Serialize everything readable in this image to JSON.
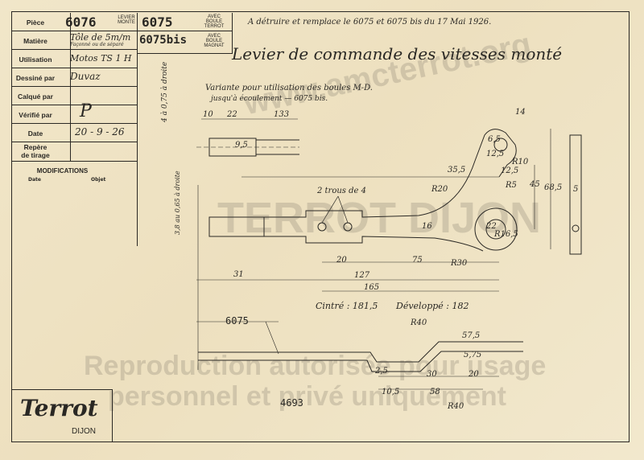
{
  "title_block": {
    "piece_label": "Pièce",
    "piece_number": "6076",
    "piece_desc_line1": "LEVIER",
    "piece_desc_line2": "MONTE",
    "alt_number_1": "6075",
    "alt_desc_1_line1": "AVEC",
    "alt_desc_1_line2": "BOULE",
    "alt_desc_1_line3": "TERROT",
    "alt_number_2": "6075bis",
    "alt_desc_2_line1": "AVEC",
    "alt_desc_2_line2": "BOULE",
    "alt_desc_2_line3": "MAGNAT",
    "matiere_label": "Matière",
    "matiere_value": "Tôle de 5m/m",
    "matiere_sub": "Façonné ou de séparé",
    "utilisation_label": "Utilisation",
    "utilisation_value": "Motos TS 1 H",
    "dessine_label": "Dessiné par",
    "dessine_value": "Duvaz",
    "calque_label": "Calqué par",
    "verifie_label": "Vérifié par",
    "verifie_value": "P",
    "date_label": "Date",
    "date_value": "20 - 9 - 26",
    "repere_label_line1": "Repère",
    "repere_label_line2": "de tirage",
    "modifications_label": "MODIFICATIONS",
    "mod_date_label": "Date",
    "mod_objet_label": "Objet"
  },
  "header_note": "A détruire et remplace le 6075 et 6075 bis du 17 Mai 1926.",
  "drawing_title": "Levier de commande des vitesses monté",
  "variante_note_line1": "Variante pour utilisation des boules M-D.",
  "variante_note_line2": "jusqu'à écoulement — 6075 bis.",
  "annotations": {
    "deux_trous": "2 trous de 4",
    "cintre": "Cintré : 181,5",
    "developpe": "Développé : 182",
    "part_6075": "6075",
    "part_4693": "4693",
    "side_note_1": "4 à 0,75 à droite",
    "side_note_2": "3,8 au 0,65 à droite"
  },
  "dimensions": [
    "10",
    "22",
    "133",
    "9,5",
    "14",
    "6,5",
    "12,5",
    "R10",
    "35,5",
    "12,5",
    "R20",
    "R5",
    "45",
    "68,5",
    "5",
    "22",
    "R16,5",
    "16",
    "20",
    "75",
    "R30",
    "31",
    "127",
    "165",
    "R40",
    "57,5",
    "5,75",
    "2,5",
    "10,5",
    "30",
    "20",
    "58",
    "R40"
  ],
  "watermark": {
    "line1": "Reproduction autorisée pour usage",
    "line2": "personnel et privé uniquement",
    "url": "www.amcterrot.org",
    "center": "TERROT DIJON"
  },
  "logo": {
    "brand": "Terrot",
    "city": "DIJON"
  }
}
